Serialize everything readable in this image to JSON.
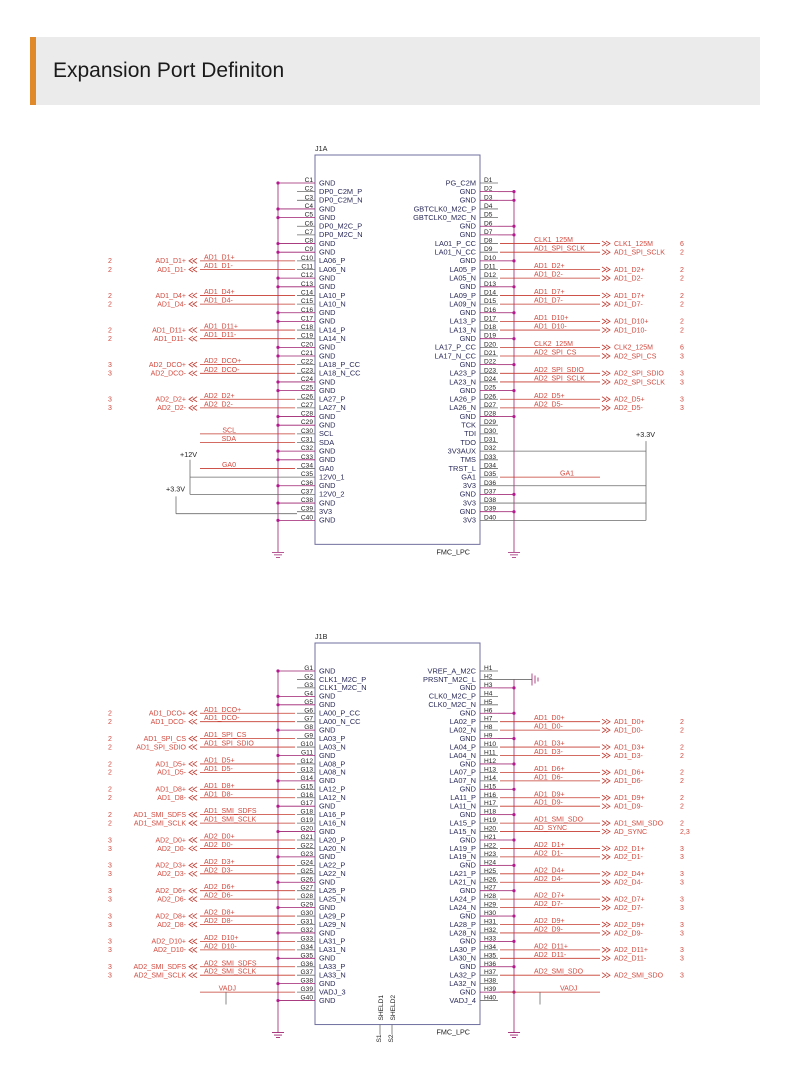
{
  "header": {
    "title": "Expansion Port Definiton",
    "accent": "#e0892a"
  },
  "colors": {
    "net": "#c63a2f",
    "ground": "#9d1f6e",
    "pin": "#222222",
    "dot": "#b5198f"
  },
  "blocks": [
    {
      "ref": "J1A",
      "part": "FMC_LPC",
      "left_pins": [
        [
          "C1",
          "GND"
        ],
        [
          "C2",
          "DP0_C2M_P"
        ],
        [
          "C3",
          "DP0_C2M_N"
        ],
        [
          "C4",
          "GND"
        ],
        [
          "C5",
          "GND"
        ],
        [
          "C6",
          "DP0_M2C_P"
        ],
        [
          "C7",
          "DP0_M2C_N"
        ],
        [
          "C8",
          "GND"
        ],
        [
          "C9",
          "GND"
        ],
        [
          "C10",
          "LA06_P"
        ],
        [
          "C11",
          "LA06_N"
        ],
        [
          "C12",
          "GND"
        ],
        [
          "C13",
          "GND"
        ],
        [
          "C14",
          "LA10_P"
        ],
        [
          "C15",
          "LA10_N"
        ],
        [
          "C16",
          "GND"
        ],
        [
          "C17",
          "GND"
        ],
        [
          "C18",
          "LA14_P"
        ],
        [
          "C19",
          "LA14_N"
        ],
        [
          "C20",
          "GND"
        ],
        [
          "C21",
          "GND"
        ],
        [
          "C22",
          "LA18_P_CC"
        ],
        [
          "C23",
          "LA18_N_CC"
        ],
        [
          "C24",
          "GND"
        ],
        [
          "C25",
          "GND"
        ],
        [
          "C26",
          "LA27_P"
        ],
        [
          "C27",
          "LA27_N"
        ],
        [
          "C28",
          "GND"
        ],
        [
          "C29",
          "GND"
        ],
        [
          "C30",
          "SCL"
        ],
        [
          "C31",
          "SDA"
        ],
        [
          "C32",
          "GND"
        ],
        [
          "C33",
          "GND"
        ],
        [
          "C34",
          "GA0"
        ],
        [
          "C35",
          "12V0_1"
        ],
        [
          "C36",
          "GND"
        ],
        [
          "C37",
          "12V0_2"
        ],
        [
          "C38",
          "GND"
        ],
        [
          "C39",
          "3V3"
        ],
        [
          "C40",
          "GND"
        ]
      ],
      "right_pins": [
        [
          "D1",
          "PG_C2M"
        ],
        [
          "D2",
          "GND"
        ],
        [
          "D3",
          "GND"
        ],
        [
          "D4",
          "GBTCLK0_M2C_P"
        ],
        [
          "D5",
          "GBTCLK0_M2C_N"
        ],
        [
          "D6",
          "GND"
        ],
        [
          "D7",
          "GND"
        ],
        [
          "D8",
          "LA01_P_CC"
        ],
        [
          "D9",
          "LA01_N_CC"
        ],
        [
          "D10",
          "GND"
        ],
        [
          "D11",
          "LA05_P"
        ],
        [
          "D12",
          "LA05_N"
        ],
        [
          "D13",
          "GND"
        ],
        [
          "D14",
          "LA09_P"
        ],
        [
          "D15",
          "LA09_N"
        ],
        [
          "D16",
          "GND"
        ],
        [
          "D17",
          "LA13_P"
        ],
        [
          "D18",
          "LA13_N"
        ],
        [
          "D19",
          "GND"
        ],
        [
          "D20",
          "LA17_P_CC"
        ],
        [
          "D21",
          "LA17_N_CC"
        ],
        [
          "D22",
          "GND"
        ],
        [
          "D23",
          "LA23_P"
        ],
        [
          "D24",
          "LA23_N"
        ],
        [
          "D25",
          "GND"
        ],
        [
          "D26",
          "LA26_P"
        ],
        [
          "D27",
          "LA26_N"
        ],
        [
          "D28",
          "GND"
        ],
        [
          "D29",
          "TCK"
        ],
        [
          "D30",
          "TDI"
        ],
        [
          "D31",
          "TDO"
        ],
        [
          "D32",
          "3V3AUX"
        ],
        [
          "D33",
          "TMS"
        ],
        [
          "D34",
          "TRST_L"
        ],
        [
          "D35",
          "GA1"
        ],
        [
          "D36",
          "3V3"
        ],
        [
          "D37",
          "GND"
        ],
        [
          "D38",
          "3V3"
        ],
        [
          "D39",
          "GND"
        ],
        [
          "D40",
          "3V3"
        ]
      ],
      "left_nets": [
        {
          "pin": 10,
          "net": "AD1_D1+",
          "port": "AD1_D1+",
          "sheet": "2"
        },
        {
          "pin": 11,
          "net": "AD1_D1-",
          "port": "AD1_D1-",
          "sheet": "2"
        },
        {
          "pin": 14,
          "net": "AD1_D4+",
          "port": "AD1_D4+",
          "sheet": "2"
        },
        {
          "pin": 15,
          "net": "AD1_D4-",
          "port": "AD1_D4-",
          "sheet": "2"
        },
        {
          "pin": 18,
          "net": "AD1_D11+",
          "port": "AD1_D11+",
          "sheet": "2"
        },
        {
          "pin": 19,
          "net": "AD1_D11-",
          "port": "AD1_D11-",
          "sheet": "2"
        },
        {
          "pin": 22,
          "net": "AD2_DCO+",
          "port": "AD2_DCO+",
          "sheet": "3"
        },
        {
          "pin": 23,
          "net": "AD2_DCO-",
          "port": "AD2_DCO-",
          "sheet": "3"
        },
        {
          "pin": 26,
          "net": "AD2_D2+",
          "port": "AD2_D2+",
          "sheet": "3"
        },
        {
          "pin": 27,
          "net": "AD2_D2-",
          "port": "AD2_D2-",
          "sheet": "3"
        },
        {
          "pin": 30,
          "net": "SCL",
          "port": "",
          "sheet": ""
        },
        {
          "pin": 31,
          "net": "SDA",
          "port": "",
          "sheet": ""
        },
        {
          "pin": 34,
          "net": "GA0",
          "port": "",
          "sheet": ""
        }
      ],
      "right_nets": [
        {
          "pin": 8,
          "net": "CLK1_125M",
          "port": "CLK1_125M",
          "sheet": "6"
        },
        {
          "pin": 9,
          "net": "AD1_SPI_SCLK",
          "port": "AD1_SPI_SCLK",
          "sheet": "2"
        },
        {
          "pin": 11,
          "net": "AD1_D2+",
          "port": "AD1_D2+",
          "sheet": "2"
        },
        {
          "pin": 12,
          "net": "AD1_D2-",
          "port": "AD1_D2-",
          "sheet": "2"
        },
        {
          "pin": 14,
          "net": "AD1_D7+",
          "port": "AD1_D7+",
          "sheet": "2"
        },
        {
          "pin": 15,
          "net": "AD1_D7-",
          "port": "AD1_D7-",
          "sheet": "2"
        },
        {
          "pin": 17,
          "net": "AD1_D10+",
          "port": "AD1_D10+",
          "sheet": "2"
        },
        {
          "pin": 18,
          "net": "AD1_D10-",
          "port": "AD1_D10-",
          "sheet": "2"
        },
        {
          "pin": 20,
          "net": "CLK2_125M",
          "port": "CLK2_125M",
          "sheet": "6"
        },
        {
          "pin": 21,
          "net": "AD2_SPI_CS",
          "port": "AD2_SPI_CS",
          "sheet": "3"
        },
        {
          "pin": 23,
          "net": "AD2_SPI_SDIO",
          "port": "AD2_SPI_SDIO",
          "sheet": "3"
        },
        {
          "pin": 24,
          "net": "AD2_SPI_SCLK",
          "port": "AD2_SPI_SCLK",
          "sheet": "3"
        },
        {
          "pin": 26,
          "net": "AD2_D5+",
          "port": "AD2_D5+",
          "sheet": "3"
        },
        {
          "pin": 27,
          "net": "AD2_D5-",
          "port": "AD2_D5-",
          "sheet": "3"
        },
        {
          "pin": 35,
          "net": "GA1",
          "port": "",
          "sheet": ""
        }
      ],
      "rails": [
        "+12V",
        "+3.3V",
        "+3.3V"
      ]
    },
    {
      "ref": "J1B",
      "part": "FMC_LPC",
      "left_pins": [
        [
          "G1",
          "GND"
        ],
        [
          "G2",
          "CLK1_M2C_P"
        ],
        [
          "G3",
          "CLK1_M2C_N"
        ],
        [
          "G4",
          "GND"
        ],
        [
          "G5",
          "GND"
        ],
        [
          "G6",
          "LA00_P_CC"
        ],
        [
          "G7",
          "LA00_N_CC"
        ],
        [
          "G8",
          "GND"
        ],
        [
          "G9",
          "LA03_P"
        ],
        [
          "G10",
          "LA03_N"
        ],
        [
          "G11",
          "GND"
        ],
        [
          "G12",
          "LA08_P"
        ],
        [
          "G13",
          "LA08_N"
        ],
        [
          "G14",
          "GND"
        ],
        [
          "G15",
          "LA12_P"
        ],
        [
          "G16",
          "LA12_N"
        ],
        [
          "G17",
          "GND"
        ],
        [
          "G18",
          "LA16_P"
        ],
        [
          "G19",
          "LA16_N"
        ],
        [
          "G20",
          "GND"
        ],
        [
          "G21",
          "LA20_P"
        ],
        [
          "G22",
          "LA20_N"
        ],
        [
          "G23",
          "GND"
        ],
        [
          "G24",
          "LA22_P"
        ],
        [
          "G25",
          "LA22_N"
        ],
        [
          "G26",
          "GND"
        ],
        [
          "G27",
          "LA25_P"
        ],
        [
          "G28",
          "LA25_N"
        ],
        [
          "G29",
          "GND"
        ],
        [
          "G30",
          "LA29_P"
        ],
        [
          "G31",
          "LA29_N"
        ],
        [
          "G32",
          "GND"
        ],
        [
          "G33",
          "LA31_P"
        ],
        [
          "G34",
          "LA31_N"
        ],
        [
          "G35",
          "GND"
        ],
        [
          "G36",
          "LA33_P"
        ],
        [
          "G37",
          "LA33_N"
        ],
        [
          "G38",
          "GND"
        ],
        [
          "G39",
          "VADJ_3"
        ],
        [
          "G40",
          "GND"
        ]
      ],
      "right_pins": [
        [
          "H1",
          "VREF_A_M2C"
        ],
        [
          "H2",
          "PRSNT_M2C_L"
        ],
        [
          "H3",
          "GND"
        ],
        [
          "H4",
          "CLK0_M2C_P"
        ],
        [
          "H5",
          "CLK0_M2C_N"
        ],
        [
          "H6",
          "GND"
        ],
        [
          "H7",
          "LA02_P"
        ],
        [
          "H8",
          "LA02_N"
        ],
        [
          "H9",
          "GND"
        ],
        [
          "H10",
          "LA04_P"
        ],
        [
          "H11",
          "LA04_N"
        ],
        [
          "H12",
          "GND"
        ],
        [
          "H13",
          "LA07_P"
        ],
        [
          "H14",
          "LA07_N"
        ],
        [
          "H15",
          "GND"
        ],
        [
          "H16",
          "LA11_P"
        ],
        [
          "H17",
          "LA11_N"
        ],
        [
          "H18",
          "GND"
        ],
        [
          "H19",
          "LA15_P"
        ],
        [
          "H20",
          "LA15_N"
        ],
        [
          "H21",
          "GND"
        ],
        [
          "H22",
          "LA19_P"
        ],
        [
          "H23",
          "LA19_N"
        ],
        [
          "H24",
          "GND"
        ],
        [
          "H25",
          "LA21_P"
        ],
        [
          "H26",
          "LA21_N"
        ],
        [
          "H27",
          "GND"
        ],
        [
          "H28",
          "LA24_P"
        ],
        [
          "H29",
          "LA24_N"
        ],
        [
          "H30",
          "GND"
        ],
        [
          "H31",
          "LA28_P"
        ],
        [
          "H32",
          "LA28_N"
        ],
        [
          "H33",
          "GND"
        ],
        [
          "H34",
          "LA30_P"
        ],
        [
          "H35",
          "LA30_N"
        ],
        [
          "H36",
          "GND"
        ],
        [
          "H37",
          "LA32_P"
        ],
        [
          "H38",
          "LA32_N"
        ],
        [
          "H39",
          "GND"
        ],
        [
          "H40",
          "VADJ_4"
        ]
      ],
      "left_nets": [
        {
          "pin": 6,
          "net": "AD1_DCO+",
          "port": "AD1_DCO+",
          "sheet": "2"
        },
        {
          "pin": 7,
          "net": "AD1_DCO-",
          "port": "AD1_DCO-",
          "sheet": "2"
        },
        {
          "pin": 9,
          "net": "AD1_SPI_CS",
          "port": "AD1_SPI_CS",
          "sheet": "2"
        },
        {
          "pin": 10,
          "net": "AD1_SPI_SDIO",
          "port": "AD1_SPI_SDIO",
          "sheet": "2"
        },
        {
          "pin": 12,
          "net": "AD1_D5+",
          "port": "AD1_D5+",
          "sheet": "2"
        },
        {
          "pin": 13,
          "net": "AD1_D5-",
          "port": "AD1_D5-",
          "sheet": "2"
        },
        {
          "pin": 15,
          "net": "AD1_D8+",
          "port": "AD1_D8+",
          "sheet": "2"
        },
        {
          "pin": 16,
          "net": "AD1_D8-",
          "port": "AD1_D8-",
          "sheet": "2"
        },
        {
          "pin": 18,
          "net": "AD1_SMI_SDFS",
          "port": "AD1_SMI_SDFS",
          "sheet": "2"
        },
        {
          "pin": 19,
          "net": "AD1_SMI_SCLK",
          "port": "AD1_SMI_SCLK",
          "sheet": "2"
        },
        {
          "pin": 21,
          "net": "AD2_D0+",
          "port": "AD2_D0+",
          "sheet": "3"
        },
        {
          "pin": 22,
          "net": "AD2_D0-",
          "port": "AD2_D0-",
          "sheet": "3"
        },
        {
          "pin": 24,
          "net": "AD2_D3+",
          "port": "AD2_D3+",
          "sheet": "3"
        },
        {
          "pin": 25,
          "net": "AD2_D3-",
          "port": "AD2_D3-",
          "sheet": "3"
        },
        {
          "pin": 27,
          "net": "AD2_D6+",
          "port": "AD2_D6+",
          "sheet": "3"
        },
        {
          "pin": 28,
          "net": "AD2_D6-",
          "port": "AD2_D6-",
          "sheet": "3"
        },
        {
          "pin": 30,
          "net": "AD2_D8+",
          "port": "AD2_D8+",
          "sheet": "3"
        },
        {
          "pin": 31,
          "net": "AD2_D8-",
          "port": "AD2_D8-",
          "sheet": "3"
        },
        {
          "pin": 33,
          "net": "AD2_D10+",
          "port": "AD2_D10+",
          "sheet": "3"
        },
        {
          "pin": 34,
          "net": "AD2_D10-",
          "port": "AD2_D10-",
          "sheet": "3"
        },
        {
          "pin": 36,
          "net": "AD2_SMI_SDFS",
          "port": "AD2_SMI_SDFS",
          "sheet": "3"
        },
        {
          "pin": 37,
          "net": "AD2_SMI_SCLK",
          "port": "AD2_SMI_SCLK",
          "sheet": "3"
        },
        {
          "pin": 39,
          "net": "VADJ",
          "port": "",
          "sheet": ""
        }
      ],
      "right_nets": [
        {
          "pin": 7,
          "net": "AD1_D0+",
          "port": "AD1_D0+",
          "sheet": "2"
        },
        {
          "pin": 8,
          "net": "AD1_D0-",
          "port": "AD1_D0-",
          "sheet": "2"
        },
        {
          "pin": 10,
          "net": "AD1_D3+",
          "port": "AD1_D3+",
          "sheet": "2"
        },
        {
          "pin": 11,
          "net": "AD1_D3-",
          "port": "AD1_D3-",
          "sheet": "2"
        },
        {
          "pin": 13,
          "net": "AD1_D6+",
          "port": "AD1_D6+",
          "sheet": "2"
        },
        {
          "pin": 14,
          "net": "AD1_D6-",
          "port": "AD1_D6-",
          "sheet": "2"
        },
        {
          "pin": 16,
          "net": "AD1_D9+",
          "port": "AD1_D9+",
          "sheet": "2"
        },
        {
          "pin": 17,
          "net": "AD1_D9-",
          "port": "AD1_D9-",
          "sheet": "2"
        },
        {
          "pin": 19,
          "net": "AD1_SMI_SDO",
          "port": "AD1_SMI_SDO",
          "sheet": "2"
        },
        {
          "pin": 20,
          "net": "AD_SYNC",
          "port": "AD_SYNC",
          "sheet": "2,3"
        },
        {
          "pin": 22,
          "net": "AD2_D1+",
          "port": "AD2_D1+",
          "sheet": "3"
        },
        {
          "pin": 23,
          "net": "AD2_D1-",
          "port": "AD2_D1-",
          "sheet": "3"
        },
        {
          "pin": 25,
          "net": "AD2_D4+",
          "port": "AD2_D4+",
          "sheet": "3"
        },
        {
          "pin": 26,
          "net": "AD2_D4-",
          "port": "AD2_D4-",
          "sheet": "3"
        },
        {
          "pin": 28,
          "net": "AD2_D7+",
          "port": "AD2_D7+",
          "sheet": "3"
        },
        {
          "pin": 29,
          "net": "AD2_D7-",
          "port": "AD2_D7-",
          "sheet": "3"
        },
        {
          "pin": 31,
          "net": "AD2_D9+",
          "port": "AD2_D9+",
          "sheet": "3"
        },
        {
          "pin": 32,
          "net": "AD2_D9-",
          "port": "AD2_D9-",
          "sheet": "3"
        },
        {
          "pin": 34,
          "net": "AD2_D11+",
          "port": "AD2_D11+",
          "sheet": "3"
        },
        {
          "pin": 35,
          "net": "AD2_D11-",
          "port": "AD2_D11-",
          "sheet": "3"
        },
        {
          "pin": 37,
          "net": "AD2_SMI_SDO",
          "port": "AD2_SMI_SDO",
          "sheet": "3"
        },
        {
          "pin": 39,
          "net": "VADJ",
          "port": "",
          "sheet": ""
        }
      ],
      "bottom_pins": [
        "SHELD1",
        "SHELD2",
        "S1",
        "S2"
      ]
    }
  ]
}
